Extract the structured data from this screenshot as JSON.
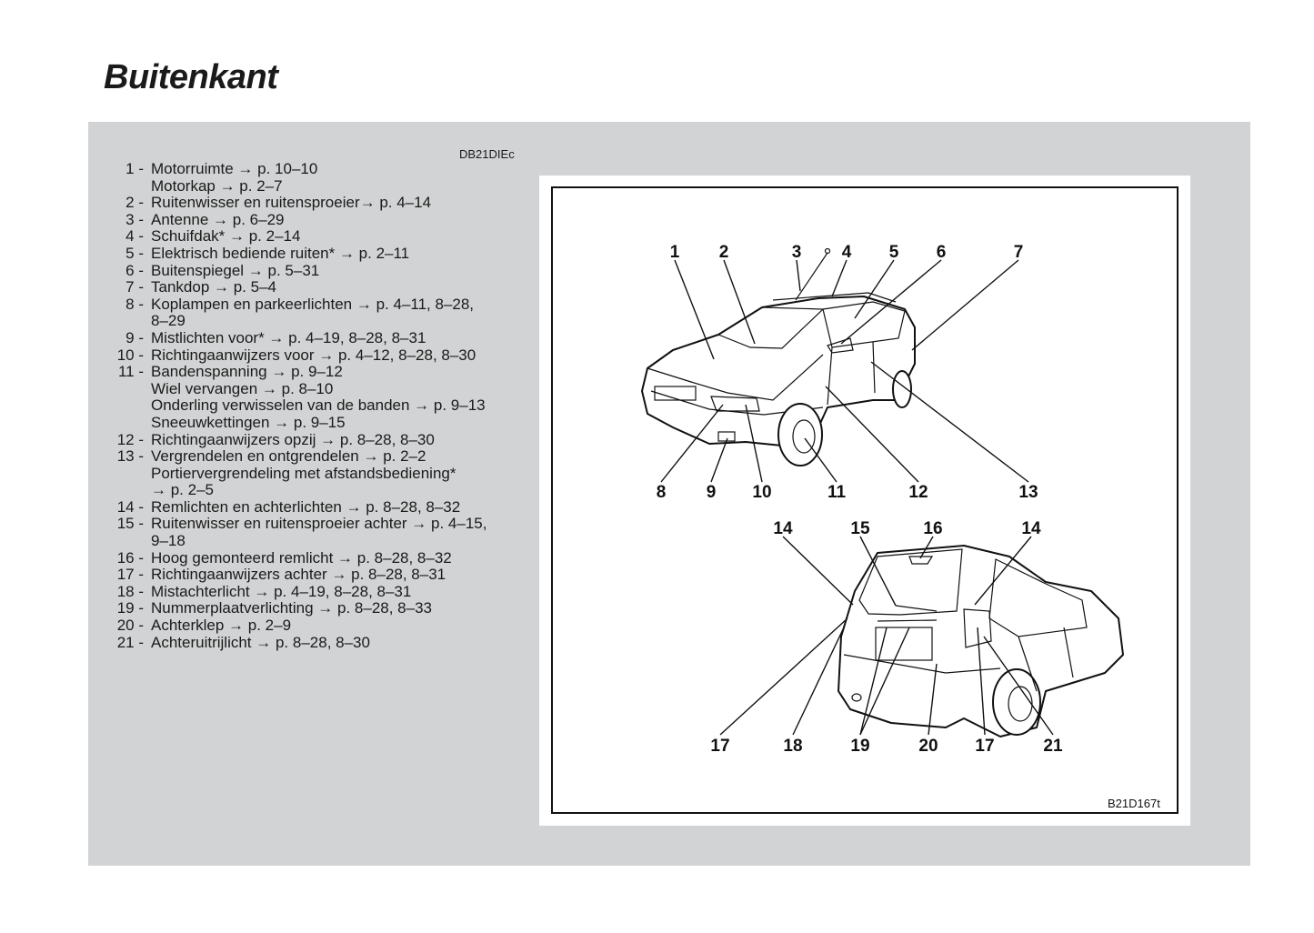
{
  "page": {
    "title": "Buitenkant",
    "code": "DB21DIEc"
  },
  "items": [
    {
      "num": "1 -",
      "lines": [
        "Motorruimte → p. 10–10",
        "Motorkap → p. 2–7"
      ]
    },
    {
      "num": "2 -",
      "lines": [
        "Ruitenwisser en ruitensproeier→ p. 4–14"
      ]
    },
    {
      "num": "3 -",
      "lines": [
        "Antenne → p. 6–29"
      ]
    },
    {
      "num": "4 -",
      "lines": [
        "Schuifdak* → p. 2–14"
      ]
    },
    {
      "num": "5 -",
      "lines": [
        "Elektrisch bediende ruiten* → p. 2–11"
      ]
    },
    {
      "num": "6 -",
      "lines": [
        "Buitenspiegel → p. 5–31"
      ]
    },
    {
      "num": "7 -",
      "lines": [
        "Tankdop → p. 5–4"
      ]
    },
    {
      "num": "8 -",
      "lines": [
        "Koplampen en parkeerlichten → p. 4–11, 8–28,",
        "8–29"
      ]
    },
    {
      "num": "9 -",
      "lines": [
        "Mistlichten voor* → p. 4–19, 8–28, 8–31"
      ]
    },
    {
      "num": "10 -",
      "lines": [
        "Richtingaanwijzers voor → p. 4–12, 8–28, 8–30"
      ]
    },
    {
      "num": "11 -",
      "lines": [
        "Bandenspanning → p. 9–12",
        "Wiel vervangen → p. 8–10",
        "Onderling verwisselen van de banden → p. 9–13",
        "Sneeuwkettingen → p. 9–15"
      ]
    },
    {
      "num": "12 -",
      "lines": [
        "Richtingaanwijzers opzij → p. 8–28, 8–30"
      ]
    },
    {
      "num": "13 -",
      "lines": [
        "Vergrendelen en ontgrendelen → p. 2–2",
        "Portiervergrendeling met afstandsbediening*",
        "→ p. 2–5"
      ]
    },
    {
      "num": "14 -",
      "lines": [
        "Remlichten en achterlichten → p. 8–28, 8–32"
      ]
    },
    {
      "num": "15 -",
      "lines": [
        "Ruitenwisser en ruitensproeier achter → p. 4–15,",
        "9–18"
      ]
    },
    {
      "num": "16 -",
      "lines": [
        "Hoog gemonteerd remlicht → p. 8–28, 8–32"
      ]
    },
    {
      "num": "17 -",
      "lines": [
        "Richtingaanwijzers achter → p. 8–28, 8–31"
      ]
    },
    {
      "num": "18 -",
      "lines": [
        "Mistachterlicht → p. 4–19, 8–28, 8–31"
      ]
    },
    {
      "num": "19 -",
      "lines": [
        "Nummerplaatverlichting → p. 8–28, 8–33"
      ]
    },
    {
      "num": "20 -",
      "lines": [
        "Achterklep → p. 2–9"
      ]
    },
    {
      "num": "21 -",
      "lines": [
        "Achteruitrijlicht → p. 8–28, 8–30"
      ]
    }
  ],
  "figure": {
    "code": "B21D167t",
    "front_top": [
      "1",
      "2",
      "3",
      "4",
      "5",
      "6",
      "7"
    ],
    "front_bottom": [
      "8",
      "9",
      "10",
      "11",
      "12",
      "13"
    ],
    "rear_top": [
      "14",
      "15",
      "16",
      "14"
    ],
    "rear_bottom": [
      "17",
      "18",
      "19",
      "20",
      "17",
      "21"
    ]
  }
}
